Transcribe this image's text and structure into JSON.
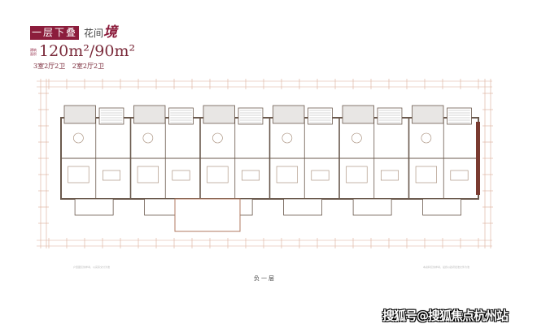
{
  "header": {
    "floor_type": "一层下叠",
    "brand_prefix": "花间",
    "brand_accent": "境",
    "area_label": "建筑面积",
    "area": "120m²/90m²",
    "layouts": "3室2厅2卫 2室2厅2卫"
  },
  "plan": {
    "caption": "负一层",
    "note_left": "户型图仅供参考，以实际交付为准",
    "note_right": "本资料仅供参考，最终以政府批准文件为准",
    "units": 6
  },
  "watermark": "搜狐号@搜狐焦点杭州站",
  "colors": {
    "accent": "#8c1d3c",
    "wall": "#6b5a4e",
    "dimension": "#d9a58c"
  }
}
